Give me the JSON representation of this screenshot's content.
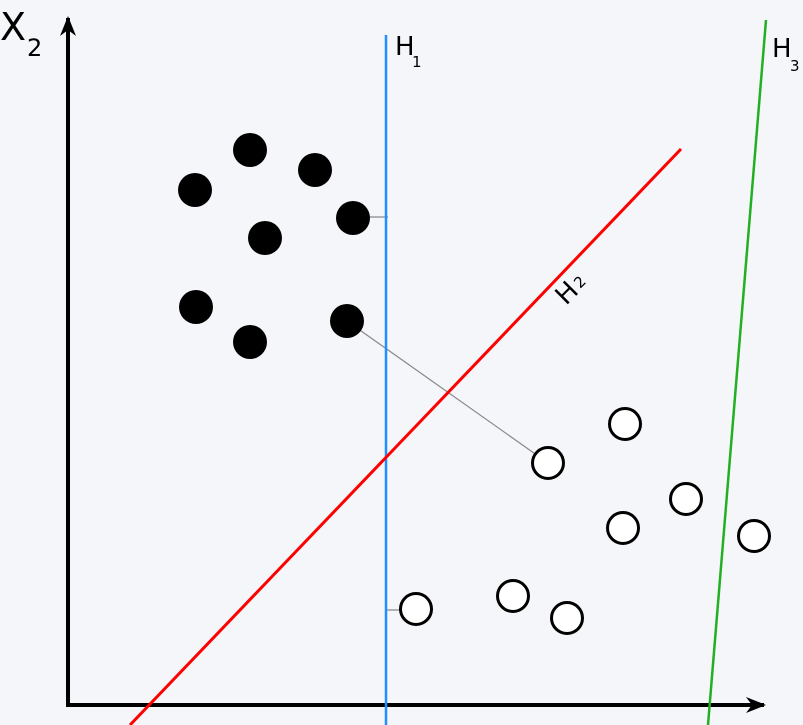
{
  "axes": {
    "y_label": "X",
    "y_label_sub": "2"
  },
  "hyperplanes": [
    {
      "label": "H",
      "sub": "1",
      "color": "#1e90ff"
    },
    {
      "label": "H",
      "sub": "2",
      "color": "#ff0000"
    },
    {
      "label": "H",
      "sub": "3",
      "color": "#22b022"
    }
  ],
  "classes": {
    "filled_color": "#000000",
    "hollow_color": "#ffffff"
  }
}
